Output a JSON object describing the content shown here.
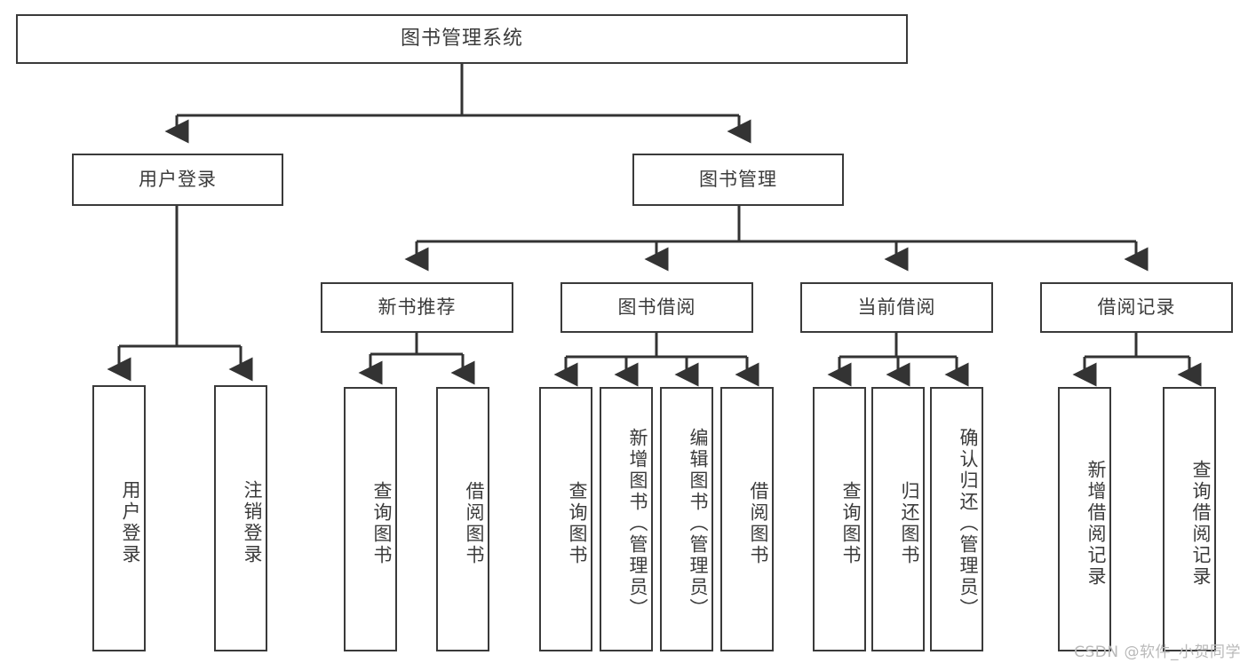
{
  "diagram": {
    "title": "图书管理系统",
    "type": "tree",
    "watermark": "CSDN @软件_小贺同学",
    "colors": {
      "box_border": "#3a3a3a",
      "box_fill": "#ffffff",
      "connector": "#333333",
      "text": "#3b3b3b",
      "watermark": "#b9b9b9",
      "background": "#ffffff"
    },
    "levels": {
      "root": {
        "label": "图书管理系统"
      },
      "level2": [
        {
          "label": "用户登录"
        },
        {
          "label": "图书管理"
        }
      ],
      "level3": [
        {
          "label": "新书推荐"
        },
        {
          "label": "图书借阅"
        },
        {
          "label": "当前借阅"
        },
        {
          "label": "借阅记录"
        }
      ],
      "leaves_user_login": [
        {
          "label": "用户登录"
        },
        {
          "label": "注销登录"
        }
      ],
      "leaves_new_book": [
        {
          "label": "查询图书"
        },
        {
          "label": "借阅图书"
        }
      ],
      "leaves_borrow": [
        {
          "label": "查询图书"
        },
        {
          "label": "新增图书（管理员）"
        },
        {
          "label": "编辑图书（管理员）"
        },
        {
          "label": "借阅图书"
        }
      ],
      "leaves_current": [
        {
          "label": "查询图书"
        },
        {
          "label": "归还图书"
        },
        {
          "label": "确认归还（管理员）"
        }
      ],
      "leaves_records": [
        {
          "label": "新增借阅记录"
        },
        {
          "label": "查询借阅记录"
        }
      ]
    }
  }
}
